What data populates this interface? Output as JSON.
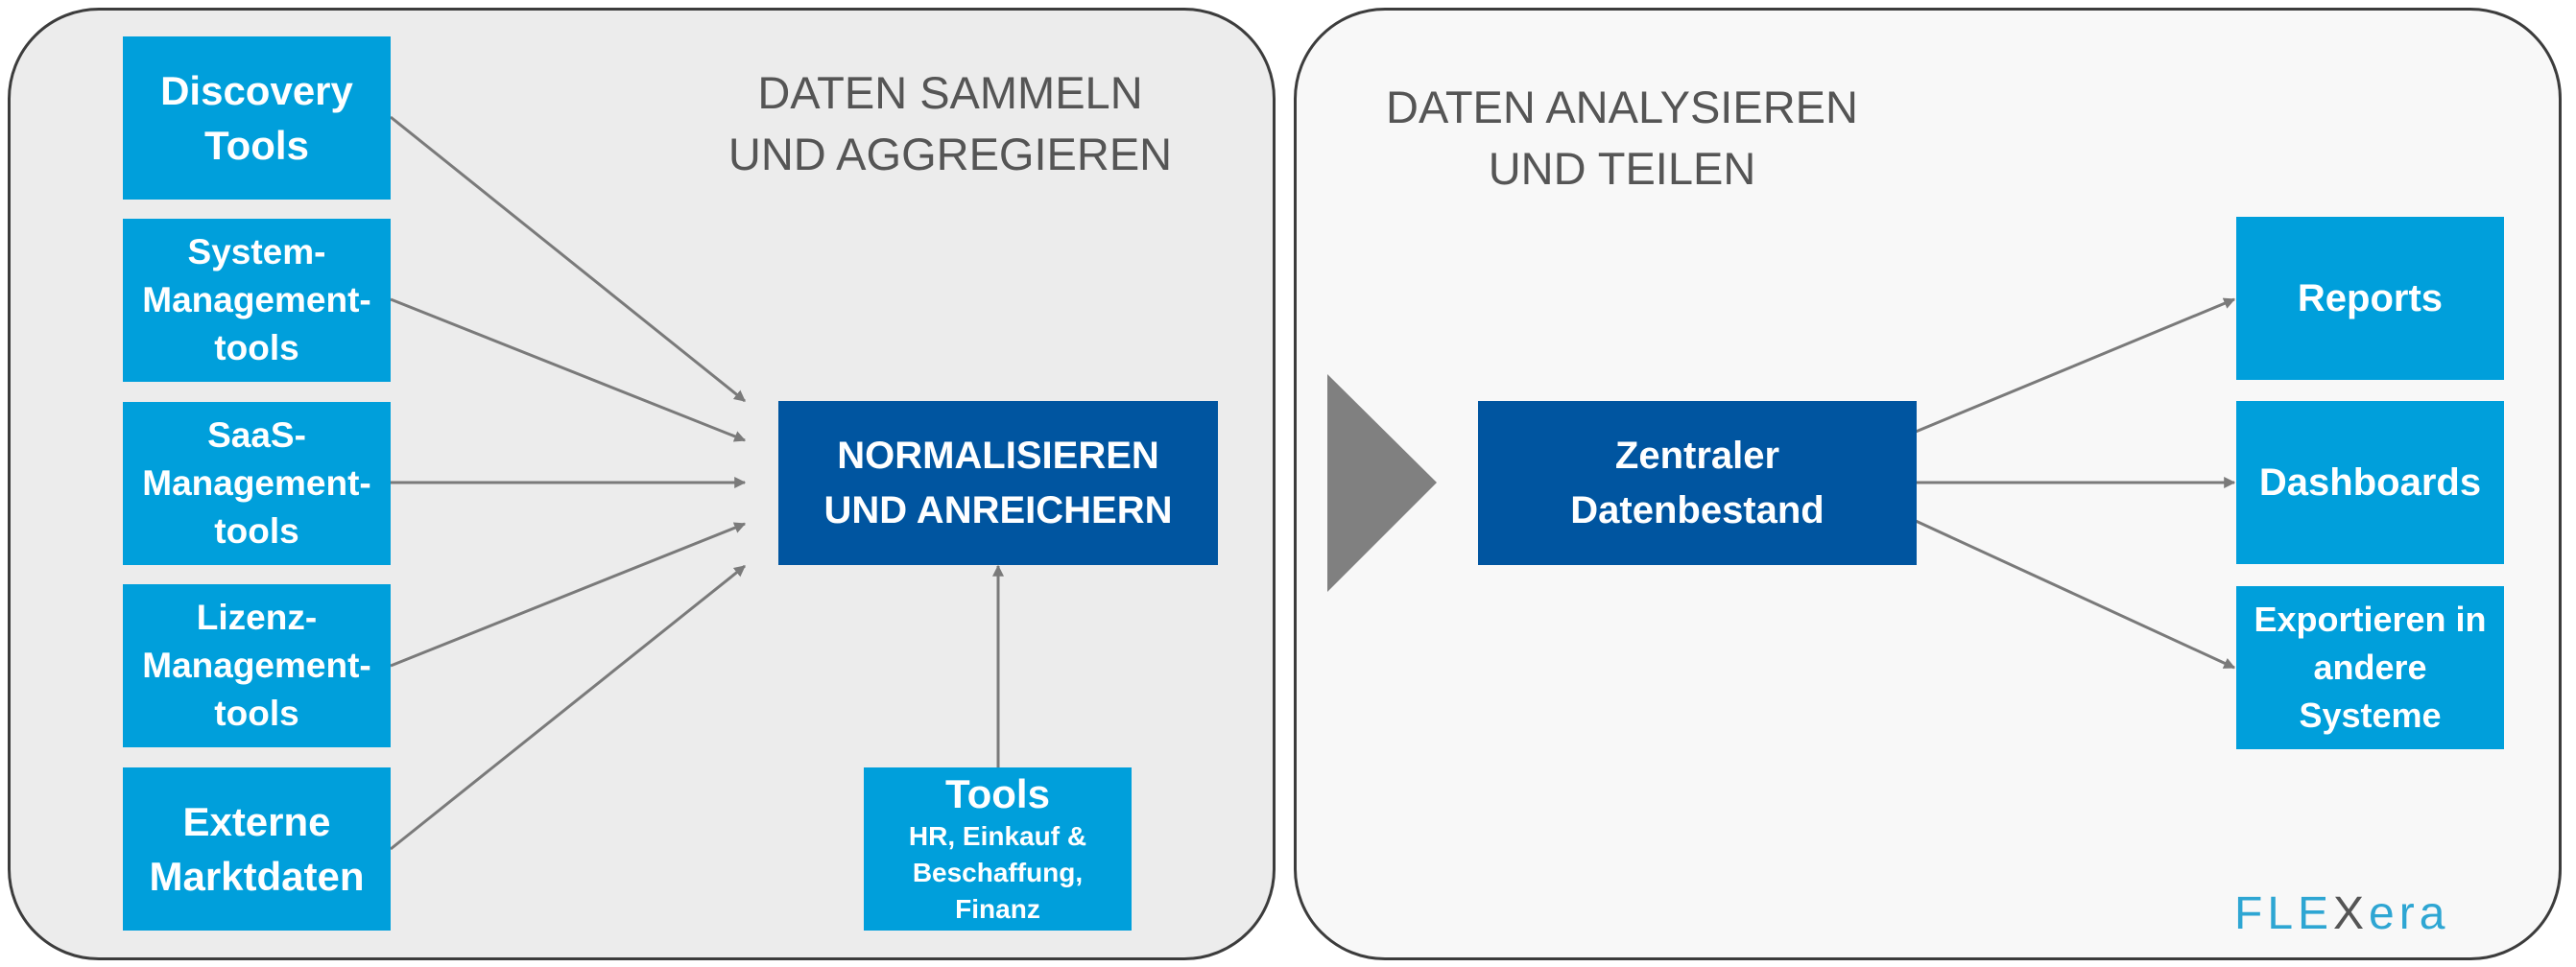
{
  "left_panel": {
    "heading": [
      "DATEN SAMMELN",
      "UND AGGREGIEREN"
    ],
    "sources": [
      {
        "lines": [
          "Discovery",
          "Tools"
        ]
      },
      {
        "lines": [
          "System-",
          "Management-",
          "tools"
        ]
      },
      {
        "lines": [
          "SaaS-",
          "Management-",
          "tools"
        ]
      },
      {
        "lines": [
          "Lizenz-",
          "Management-",
          "tools"
        ]
      },
      {
        "lines": [
          "Externe",
          "Marktdaten"
        ]
      }
    ],
    "normalize": [
      "NORMALISIEREN",
      "UND ANREICHERN"
    ],
    "tools": {
      "title": "Tools",
      "lines": [
        "HR, Einkauf &",
        "Beschaffung,",
        "Finanz"
      ]
    }
  },
  "right_panel": {
    "heading": [
      "DATEN ANALYSIEREN",
      "UND TEILEN"
    ],
    "central": [
      "Zentraler",
      "Datenbestand"
    ],
    "outputs": [
      {
        "lines": [
          "Reports"
        ]
      },
      {
        "lines": [
          "Dashboards"
        ]
      },
      {
        "lines": [
          "Exportieren in",
          "andere",
          "Systeme"
        ]
      }
    ]
  },
  "colors": {
    "light_blue": "#009fdb",
    "dark_blue": "#0055a0",
    "arrow_gray": "#7a7a7a",
    "divider_gray": "#808080"
  },
  "logo": {
    "text_a": "FLE",
    "text_x": "X",
    "text_b": "era"
  }
}
